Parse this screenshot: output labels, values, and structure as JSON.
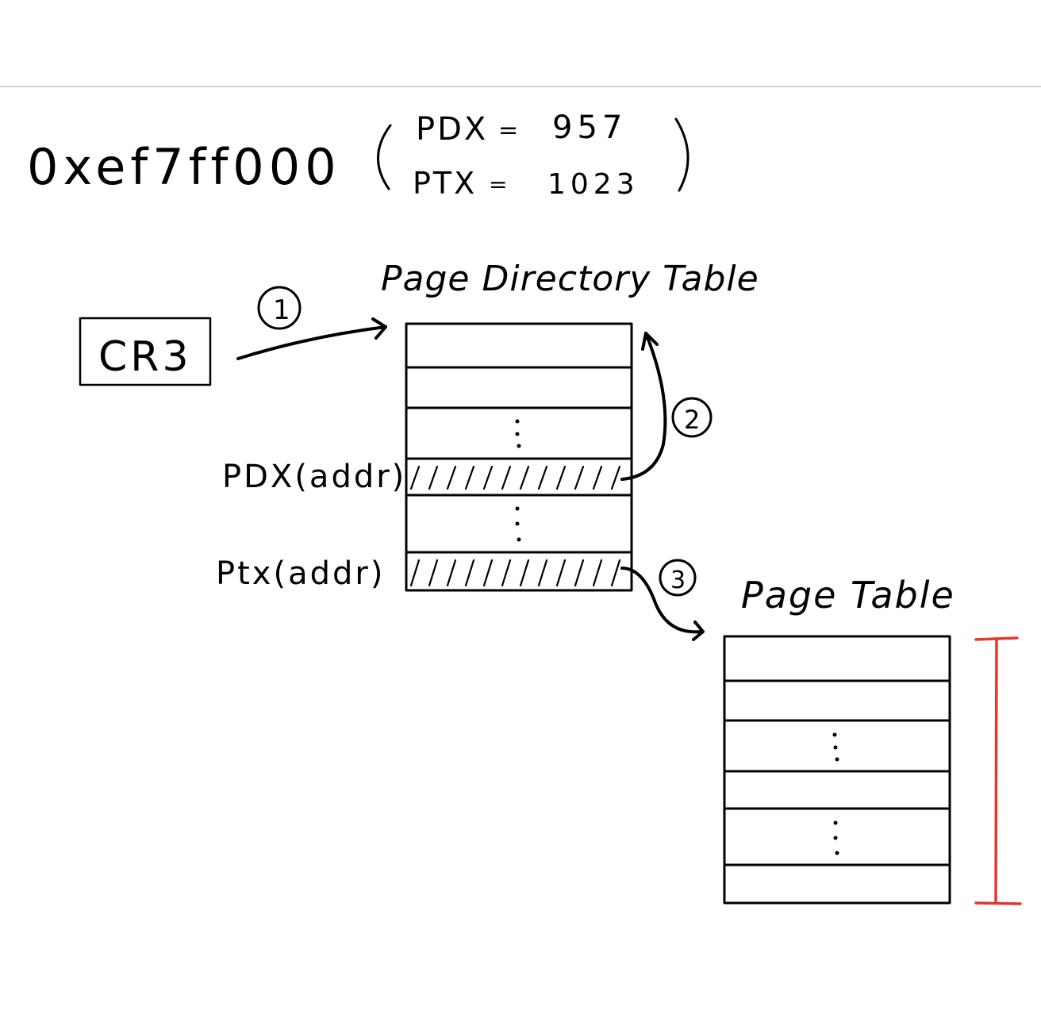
{
  "address": {
    "hex": "0xef7ff000",
    "pdx_label": "PDX",
    "pdx_value": "957",
    "ptx_label": "PTX",
    "ptx_value": "1023",
    "equals": "="
  },
  "cr3": {
    "label": "CR3"
  },
  "page_directory": {
    "title": "Page Directory Table",
    "pdx_row_label": "PDX(addr)",
    "ptx_row_label": "Ptx(addr)"
  },
  "page_table": {
    "title": "Page Table"
  },
  "steps": [
    "1",
    "2",
    "3"
  ],
  "colors": {
    "ink": "#000000",
    "ruler": "#e03a2f",
    "divider": "#c9d3e6"
  }
}
